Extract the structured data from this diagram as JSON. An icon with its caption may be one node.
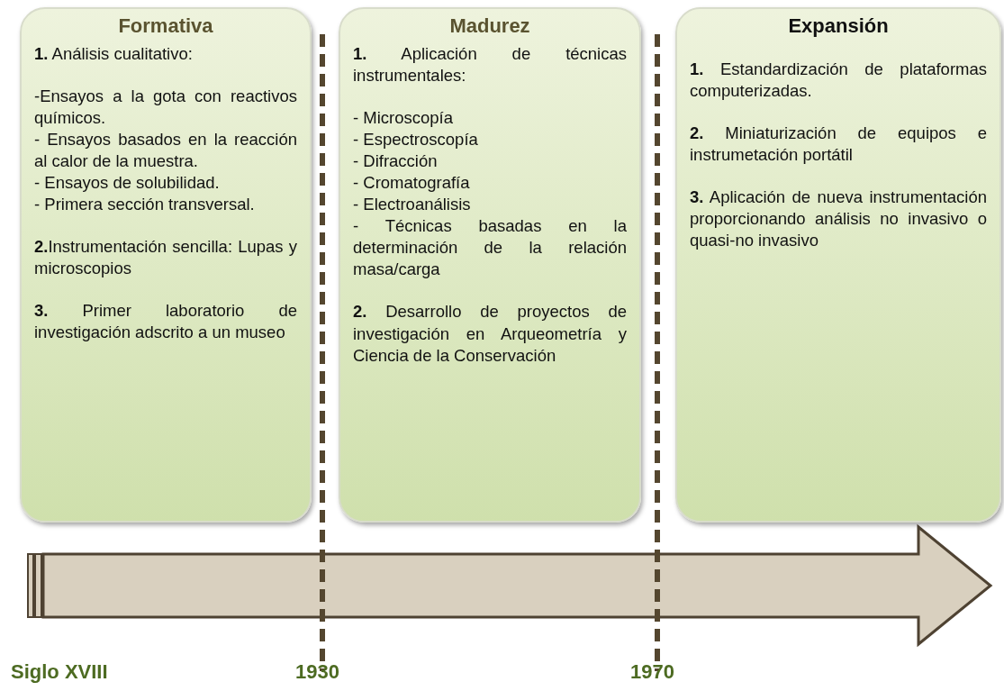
{
  "diagram": {
    "nodes": [
      {
        "text": [
          "Formativa",
          "**1.** Análisis cualitativo:",
          "-Ensayos a la gota con reactivos químicos.",
          "- Ensayos basados en la reacción al calor de la muestra.",
          "- Ensayos de solubilidad.",
          "- Primera sección transversal.",
          "**2.**Instrumentación sencilla: Lupas y microscopios",
          "**3.** Primer laboratorio de investigación adscrito a un museo"
        ]
      },
      {
        "text": [
          "Madurez",
          "**1.** Aplicación de técnicas instrumentales:",
          "- Microscopía",
          "- Espectroscopía",
          "- Difracción",
          "- Cromatografía",
          "- Electroanálisis",
          "- Técnicas basadas en la determinación de la relación masa/carga",
          "**2.** Desarrollo de proyectos de investigación en Arqueometría y Ciencia de la Conservación"
        ]
      },
      {
        "text": [
          "Expansión",
          "**1.** Estandardización de plataformas computerizadas.",
          "**2.** Miniaturización de equipos e instrumetación portátil",
          "**3.** Aplicación de nueva instrumentación proporcionando análisis no invasivo o quasi-no invasivo"
        ]
      }
    ],
    "labels": [
      "Siglo XVIII",
      "1930",
      "1970"
    ]
  }
}
